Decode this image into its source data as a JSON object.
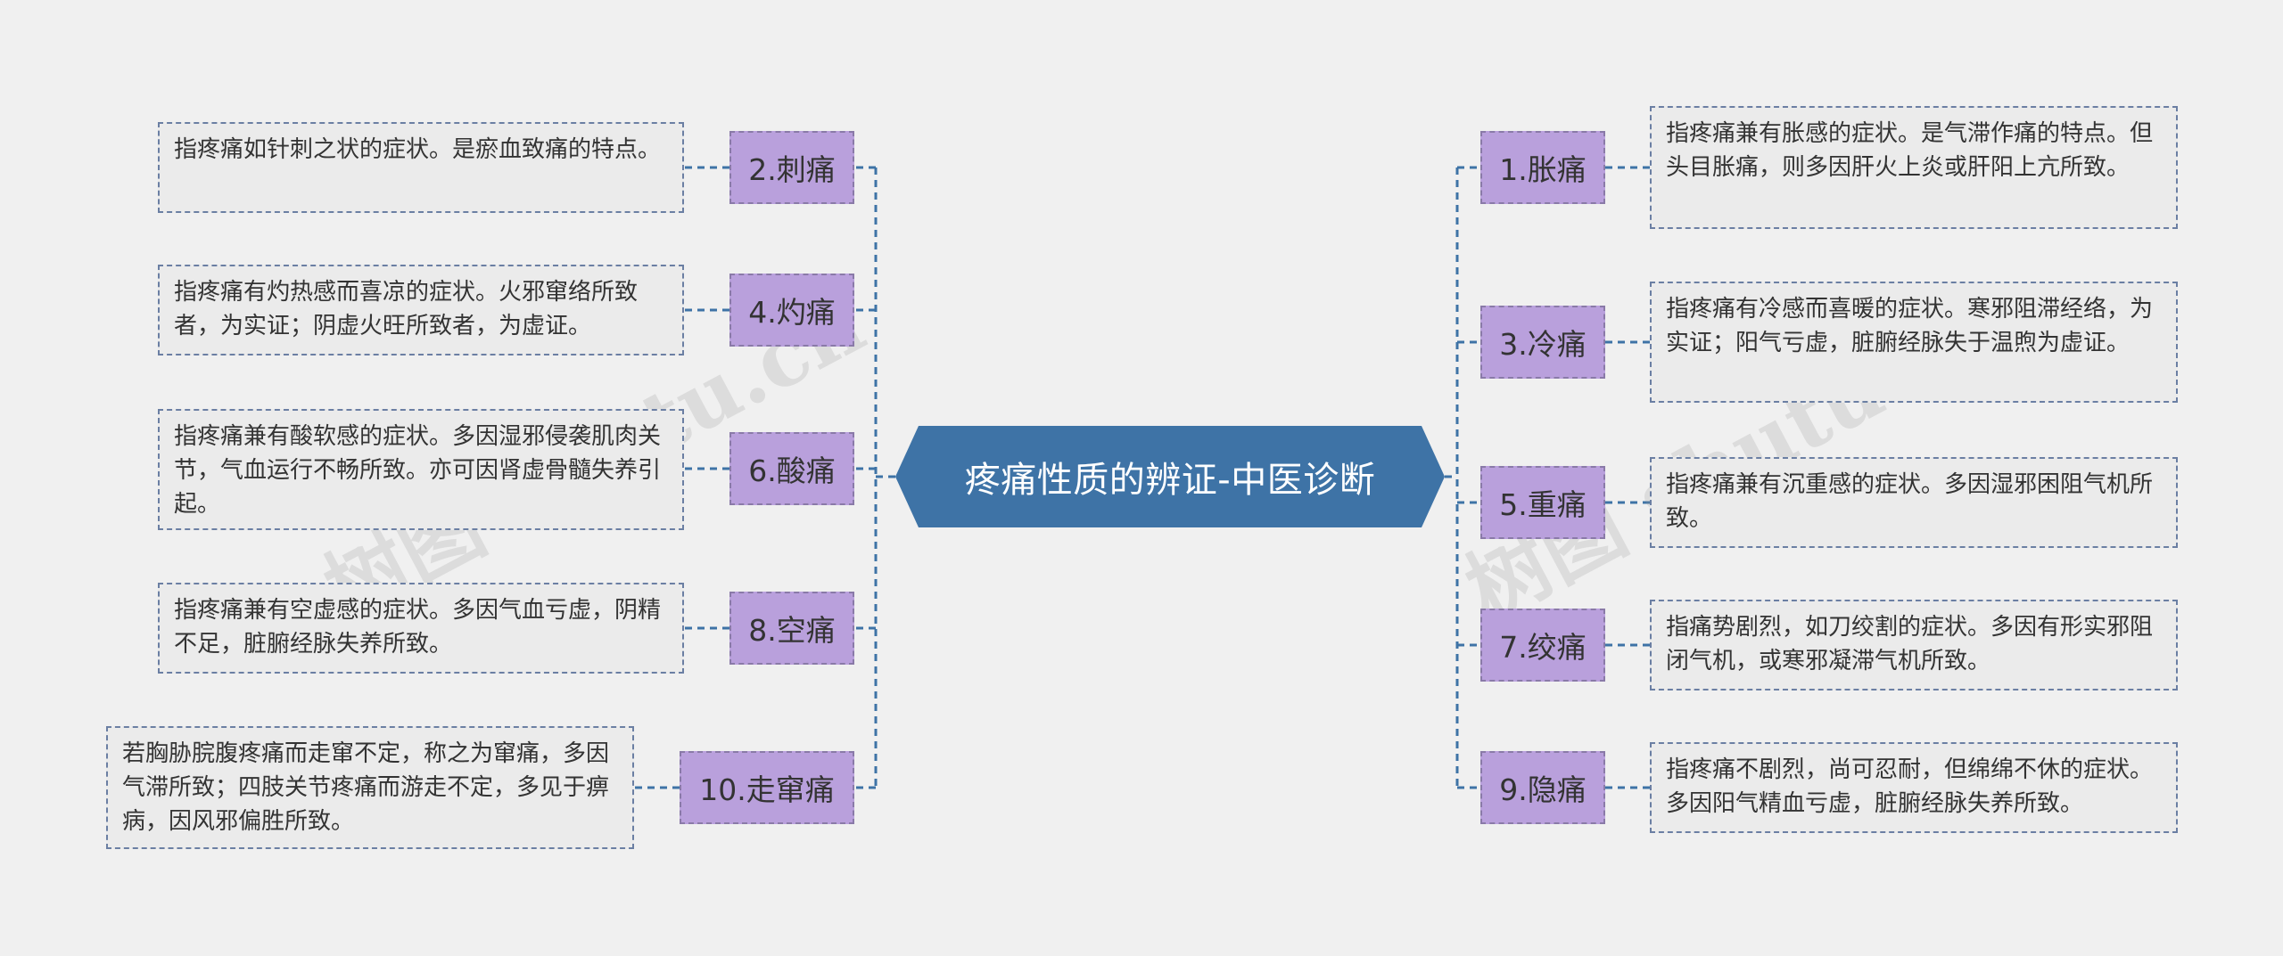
{
  "title": "疼痛性质的辨证-中医诊断",
  "watermark": "树图 shutu.cn",
  "colors": {
    "central_bg": "#3e73a6",
    "branch_bg": "#b9a0dc",
    "leaf_bg": "#ebebeb",
    "connector": "#3e73a6"
  },
  "left_nodes": [
    {
      "label": "2.刺痛",
      "desc": "指疼痛如针刺之状的症状。是瘀血致痛的特点。"
    },
    {
      "label": "4.灼痛",
      "desc": "指疼痛有灼热感而喜凉的症状。火邪窜络所致者，为实证；阴虚火旺所致者，为虚证。"
    },
    {
      "label": "6.酸痛",
      "desc": "指疼痛兼有酸软感的症状。多因湿邪侵袭肌肉关节，气血运行不畅所致。亦可因肾虚骨髓失养引起。"
    },
    {
      "label": "8.空痛",
      "desc": "指疼痛兼有空虚感的症状。多因气血亏虚，阴精不足，脏腑经脉失养所致。"
    },
    {
      "label": "10.走窜痛",
      "desc": "若胸胁脘腹疼痛而走窜不定，称之为窜痛，多因气滞所致；四肢关节疼痛而游走不定，多见于痹病，因风邪偏胜所致。"
    }
  ],
  "right_nodes": [
    {
      "label": "1.胀痛",
      "desc": "指疼痛兼有胀感的症状。是气滞作痛的特点。但头目胀痛，则多因肝火上炎或肝阳上亢所致。"
    },
    {
      "label": "3.冷痛",
      "desc": "指疼痛有冷感而喜暖的症状。寒邪阻滞经络，为实证；阳气亏虚，脏腑经脉失于温煦为虚证。"
    },
    {
      "label": "5.重痛",
      "desc": "指疼痛兼有沉重感的症状。多因湿邪困阻气机所致。"
    },
    {
      "label": "7.绞痛",
      "desc": "指痛势剧烈，如刀绞割的症状。多因有形实邪阻闭气机，或寒邪凝滞气机所致。"
    },
    {
      "label": "9.隐痛",
      "desc": "指疼痛不剧烈，尚可忍耐，但绵绵不休的症状。多因阳气精血亏虚，脏腑经脉失养所致。"
    }
  ]
}
